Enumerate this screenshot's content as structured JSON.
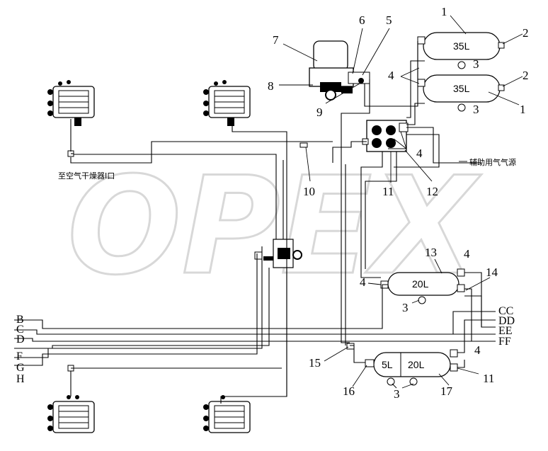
{
  "watermark": "OPEX",
  "callouts": {
    "c1a": "1",
    "c1b": "1",
    "c2a": "2",
    "c2b": "2",
    "c3a": "3",
    "c3b": "3",
    "c3c": "3",
    "c3d": "3",
    "c4a": "4",
    "c4b": "4",
    "c4c": "4",
    "c4d": "4",
    "c4e": "4",
    "c5": "5",
    "c6": "6",
    "c7": "7",
    "c8": "8",
    "c9": "9",
    "c10": "10",
    "c11a": "11",
    "c11b": "11",
    "c12": "12",
    "c13": "13",
    "c14": "14",
    "c15": "15",
    "c16": "16",
    "c17": "17"
  },
  "tanks": {
    "top": "35L",
    "middle": "35L",
    "right": "20L",
    "bottom_small": "5L",
    "bottom_large": "20L"
  },
  "annotations": {
    "dryer_inlet": "至空气干燥器Ⅰ口",
    "aux_source": "辅助用气气源"
  },
  "ports_left": [
    "B",
    "C",
    "D",
    "F",
    "G",
    "H"
  ],
  "ports_right": [
    "CC",
    "DD",
    "EE",
    "FF"
  ]
}
